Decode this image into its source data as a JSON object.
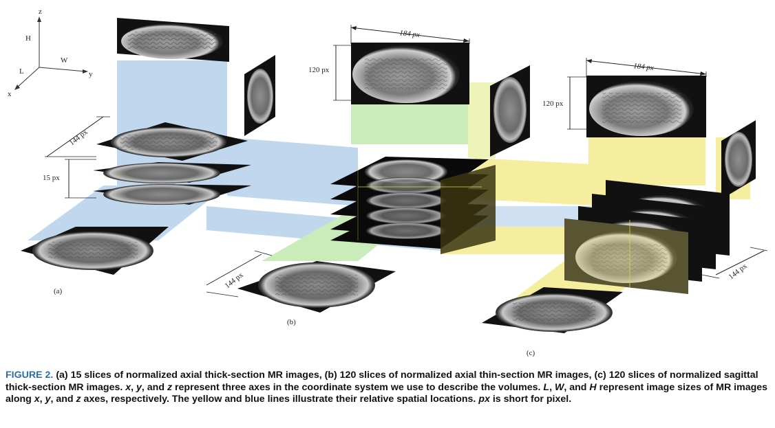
{
  "axes": {
    "z": "z",
    "y": "y",
    "x": "x",
    "H": "H",
    "W": "W",
    "L": "L"
  },
  "panel_a": {
    "label": "(a)",
    "width_label": "144 px",
    "height_label": "15 px"
  },
  "panel_b": {
    "label": "(b)",
    "width_label": "184 px",
    "height_label": "120 px",
    "depth_label": "144 px"
  },
  "panel_c": {
    "label": "(c)",
    "width_label": "184 px",
    "height_label": "120 px",
    "depth_label": "144 px"
  },
  "caption": {
    "figure_label": "FIGURE 2.",
    "part1": " (a) 15 slices of normalized axial thick-section MR images, (b) 120 slices of normalized axial thin-section MR images, (c) 120 slices of normalized sagittal thick-section MR images. ",
    "x": "x",
    "sep1": ", ",
    "y": "y",
    "sep2": ", and ",
    "z": "z",
    "part2": " represent three axes in the coordinate system we use to describe the volumes. ",
    "L": "L",
    "sep3": ", ",
    "W": "W",
    "sep4": ", and ",
    "H": "H",
    "part3": " represent image sizes of MR images along ",
    "x2": "x",
    "sep5": ", ",
    "y2": "y",
    "sep6": ", and ",
    "z2": "z",
    "part4": " axes, respectively. The yellow and blue lines illustrate their relative spatial locations. ",
    "px": "px",
    "part5": " is short for pixel."
  },
  "colors": {
    "blue_band": "#a9c8e8",
    "green_band": "#b6e39f",
    "yellow_band": "#f3e77a",
    "caption_label": "#2b6ea8"
  }
}
